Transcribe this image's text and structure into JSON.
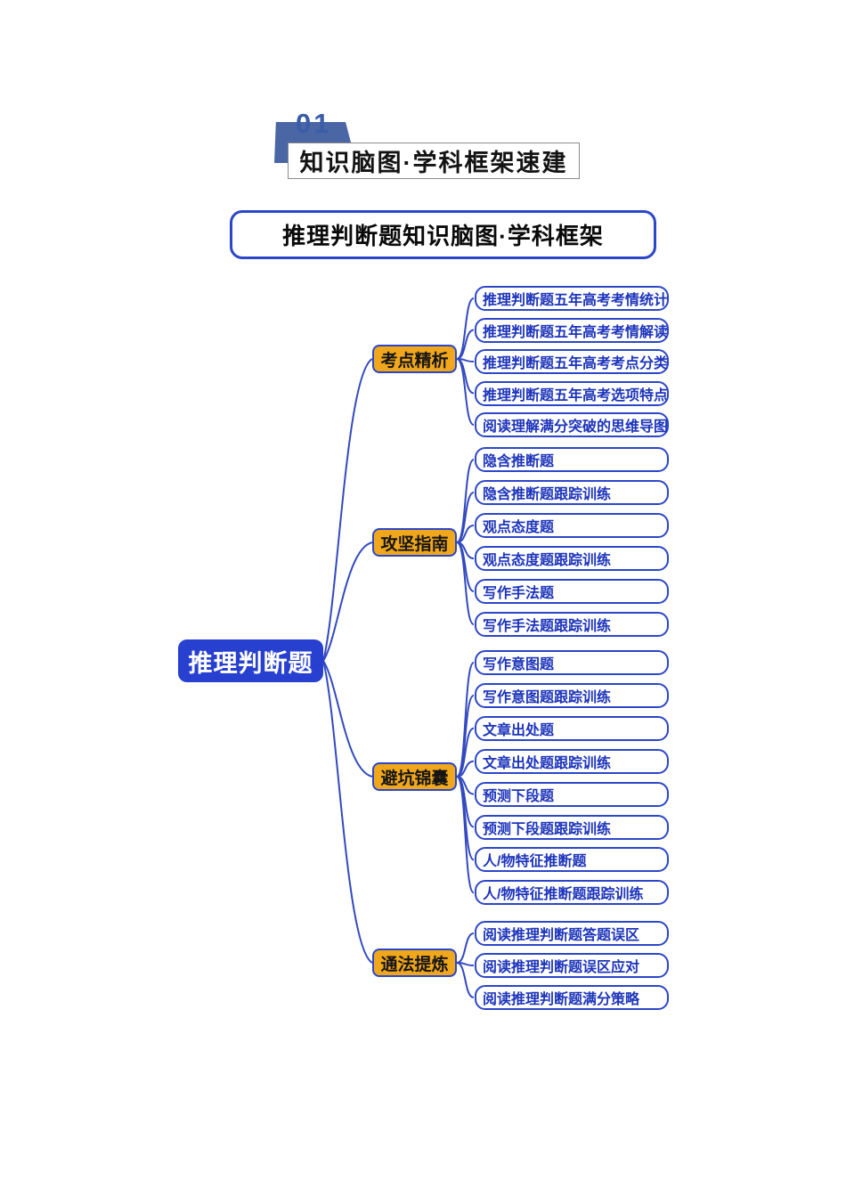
{
  "header": {
    "number": "01",
    "box_title": "知识脑图·学科框架速建"
  },
  "title_bar": {
    "text": "推理判断题知识脑图·学科框架"
  },
  "colors": {
    "primary_blue": "#2b46c8",
    "node_blue": "#2840cf",
    "branch_orange": "#f0a71c",
    "leaf_text_blue": "#1d34bb",
    "line_blue": "#3249c0",
    "header_shape_blue": "#4a66a5",
    "header_number_blue": "#3b5ca8"
  },
  "mindmap": {
    "root": {
      "label": "推理判断题"
    },
    "branches": [
      {
        "label": "考点精析",
        "children": [
          "推理判断题五年高考考情统计",
          "推理判断题五年高考考情解读",
          "推理判断题五年高考考点分类",
          "推理判断题五年高考选项特点",
          "阅读理解满分突破的思维导图"
        ]
      },
      {
        "label": "攻坚指南",
        "children": [
          "隐含推断题",
          "隐含推断题跟踪训练",
          "观点态度题",
          "观点态度题跟踪训练",
          "写作手法题",
          "写作手法题跟踪训练"
        ]
      },
      {
        "label": "避坑锦囊",
        "children": [
          "写作意图题",
          "写作意图题跟踪训练",
          "文章出处题",
          "文章出处题跟踪训练",
          "预测下段题",
          "预测下段题跟踪训练",
          "人/物特征推断题",
          "人/物特征推断题跟踪训练"
        ]
      },
      {
        "label": "通法提炼",
        "children": [
          "阅读推理判断题答题误区",
          "阅读推理判断题误区应对",
          "阅读推理判断题满分策略"
        ]
      }
    ]
  }
}
